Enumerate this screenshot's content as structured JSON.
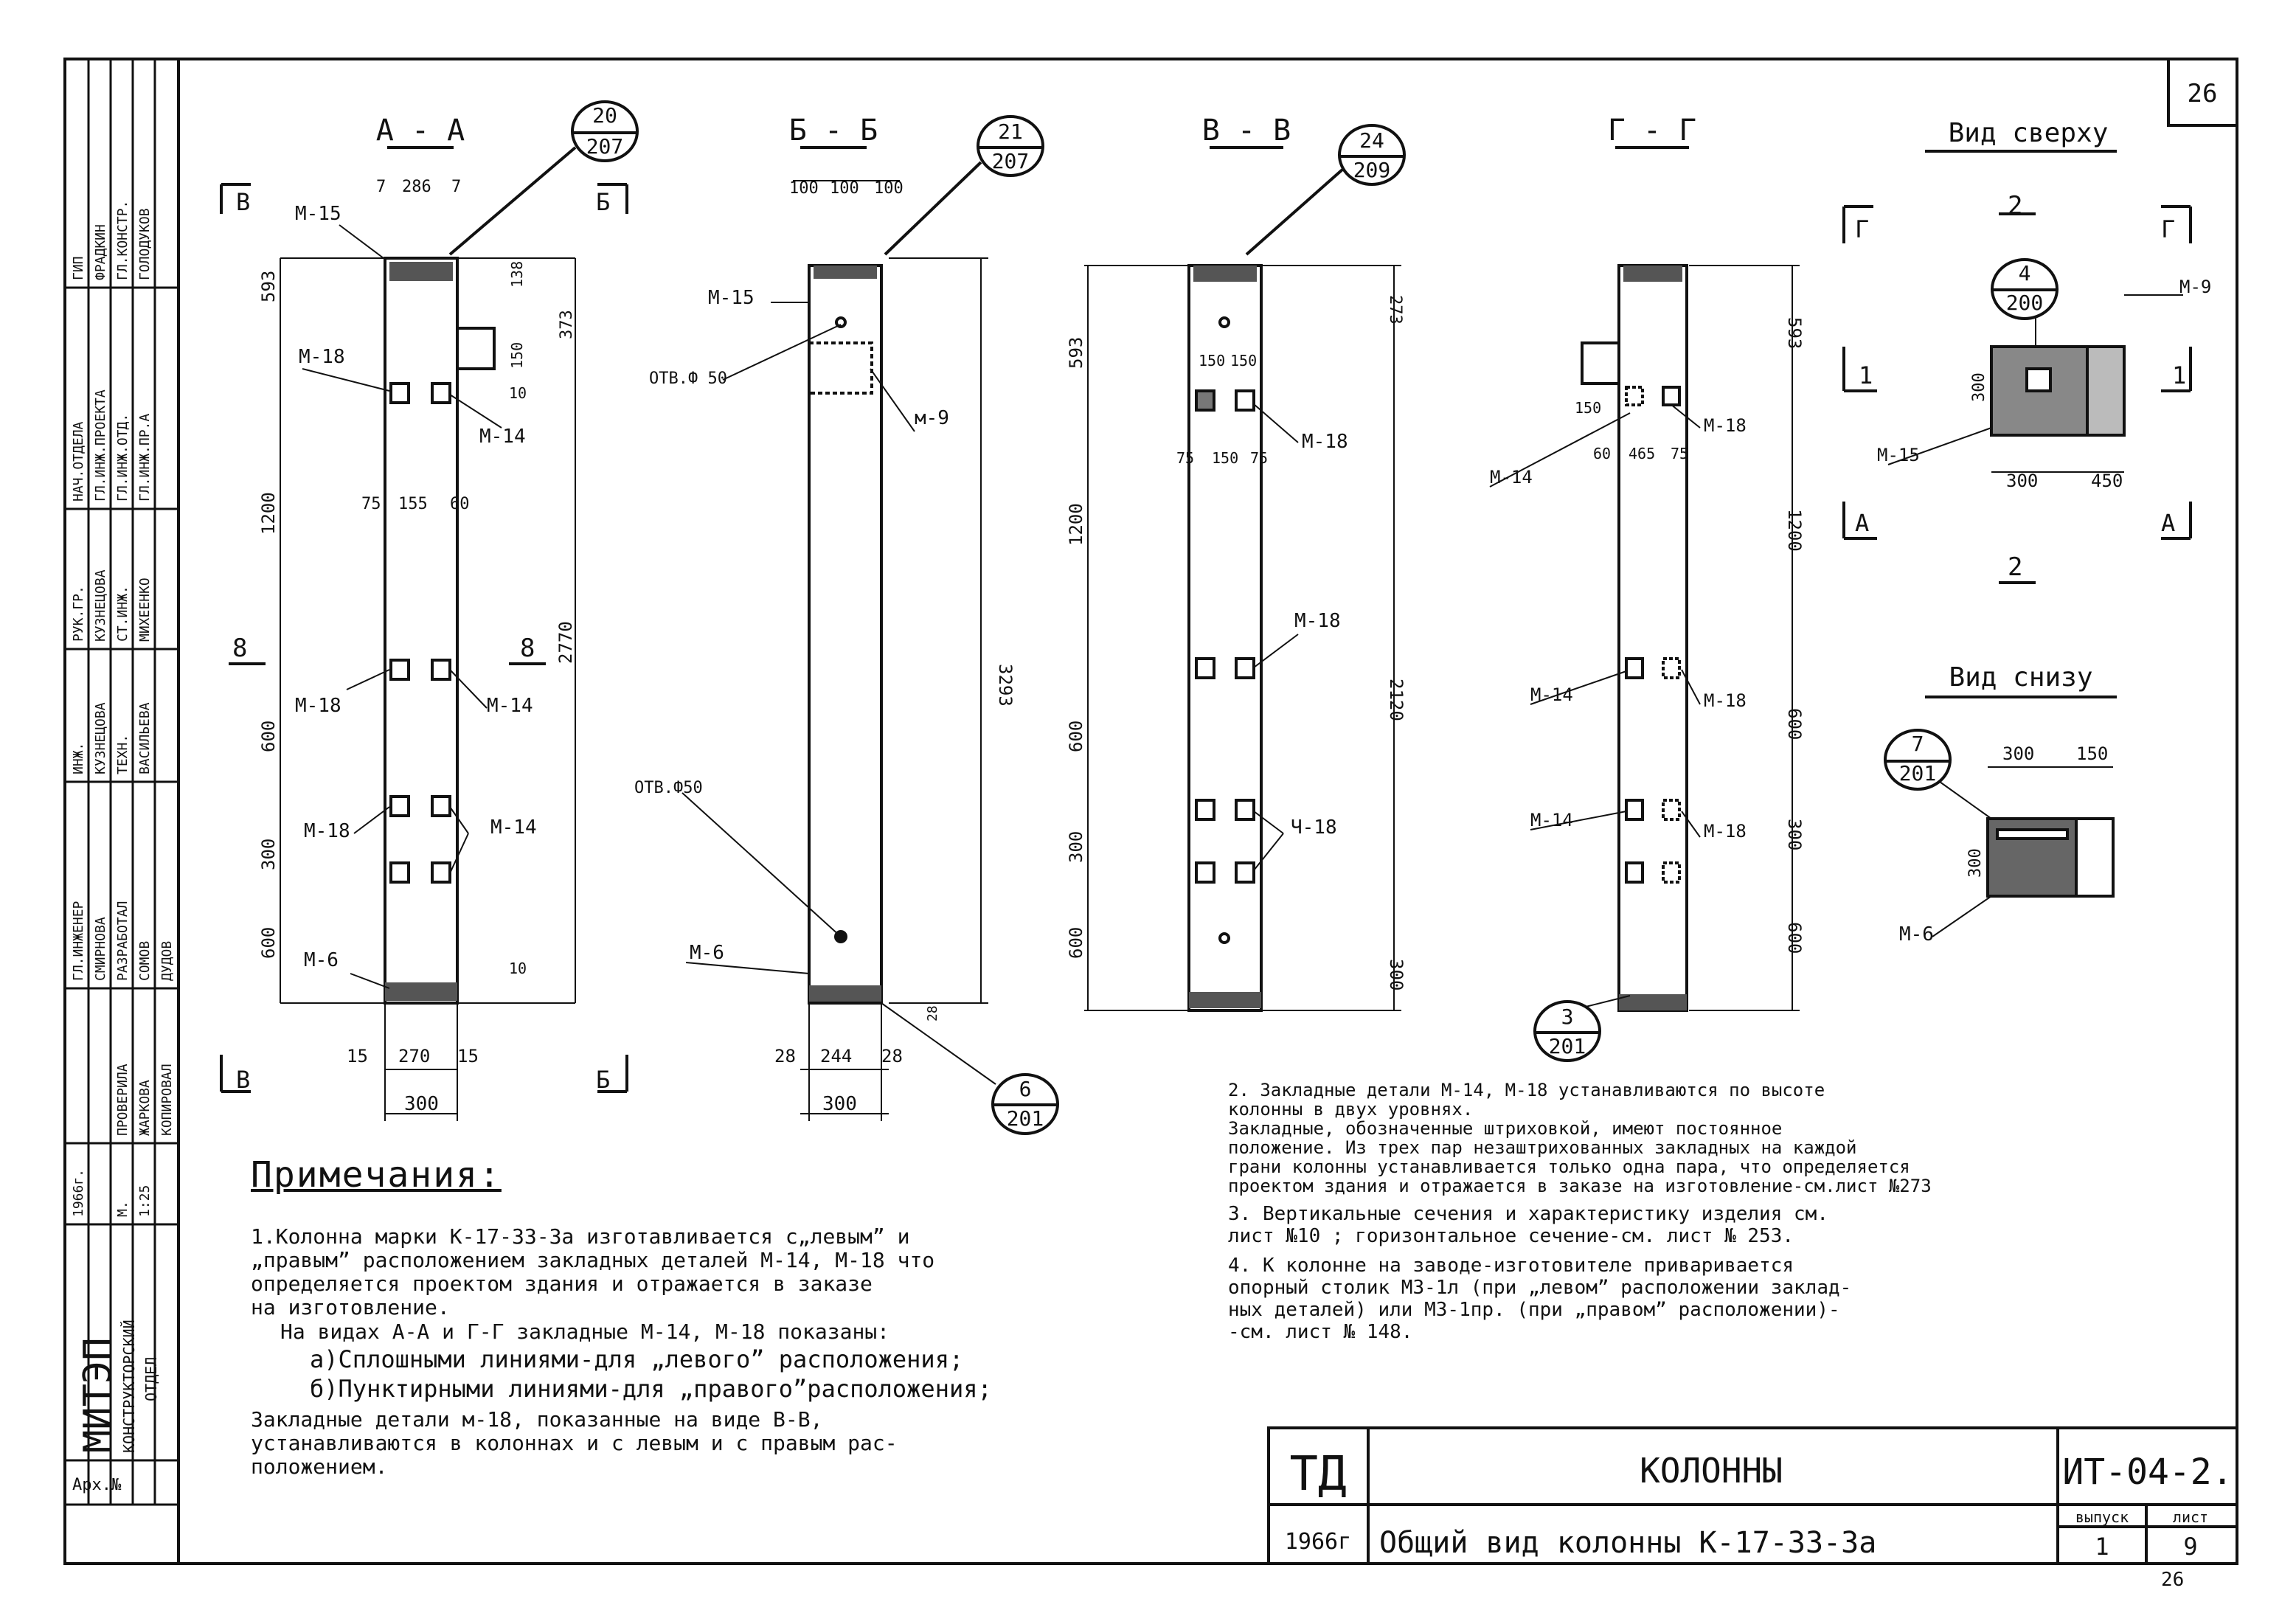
{
  "sheet_number": "26",
  "page_footer": "26",
  "org": {
    "name": "МИТЭП",
    "dept_line1": "КОНСТРУКТОРСКИЙ",
    "dept_line2": "ОТДЕЛ",
    "year": "1966г.",
    "mark": "М.",
    "scale": "1:25",
    "archive": "Арх.№"
  },
  "side_stamp": [
    {
      "role": "ГИП",
      "name": "ФРАДКИН"
    },
    {
      "role": "ГЛ.КОНСТР.",
      "name": "ГОЛОДУКОВ"
    },
    {
      "role": "НАЧ.ОТДЕЛА",
      "name": "ГЛ.ИНЖ.ПРОЕКТА"
    },
    {
      "role": "ГЛ.ИНЖ.ОТД.",
      "name": "ГЛ.ИНЖ.ПР.А"
    },
    {
      "role": "РУК.ГР.",
      "name": "КУЗНЕЦОВА"
    },
    {
      "role": "СТ.ИНЖ.",
      "name": "МИХЕЕНКО"
    },
    {
      "role": "ИНЖ.",
      "name": "КУЗНЕЦОВА"
    },
    {
      "role": "ТЕХН.",
      "name": "ВАСИЛЬЕВА"
    },
    {
      "role": "ГЛ.ИНЖЕНЕР",
      "name": "СМИРНОВА"
    },
    {
      "role": "РАЗРАБОТАЛ",
      "name": "СОМОВ"
    },
    {
      "role": "ПРОВЕРИЛА",
      "name": "ЖАРКОВА"
    },
    {
      "role": "КОПИРОВАЛ",
      "name": "ДУДОВ"
    }
  ],
  "views": {
    "aa": {
      "title": "А - А",
      "ref_top": "20",
      "ref_bottom": "207"
    },
    "bb": {
      "title": "Б - Б",
      "ref_top": "21",
      "ref_bottom": "207"
    },
    "vv": {
      "title": "В - В",
      "ref_top": "24",
      "ref_bottom": "209"
    },
    "gg": {
      "title": "Г - Г",
      "ref_top": "3",
      "ref_bottom": "201"
    },
    "top": {
      "title": "Вид сверху",
      "ref_top": "4",
      "ref_bottom": "200"
    },
    "bottom": {
      "title": "Вид снизу",
      "ref_top": "7",
      "ref_bottom": "201"
    },
    "bb_bottom_ref": {
      "ref_top": "6",
      "ref_bottom": "201"
    }
  },
  "labels": {
    "m15": "М-15",
    "m18": "М-18",
    "m14": "М-14",
    "m6": "М-6",
    "m9": "М-9",
    "m9_lower": "м-9",
    "m18_alt": "Ч-18",
    "hole_top": "ОТВ.Ф 50",
    "hole_bottom": "ОТВ.Ф50",
    "sec_b": "В",
    "sec_bb": "Б",
    "sec_8": "8",
    "sec_g": "Г",
    "sec_2": "2",
    "sec_1": "1",
    "sec_a": "А"
  },
  "dims": {
    "d7a": "7",
    "d286": "286",
    "d7b": "7",
    "d593": "593",
    "d373": "373",
    "d138": "138",
    "d150": "150",
    "d10": "10",
    "d1200": "1200",
    "d2770": "2770",
    "d600": "600",
    "d300": "300",
    "d75": "75",
    "d155": "155",
    "d60": "60",
    "d15a": "15",
    "d270": "270",
    "d15b": "15",
    "d300w": "300",
    "d100a": "100",
    "d100b": "100",
    "d100c": "100",
    "d3293": "3293",
    "d28a": "28",
    "d244": "244",
    "d28b": "28",
    "d273": "273",
    "d150a": "150",
    "d150b": "150",
    "d75v": "75",
    "d150v": "150",
    "d75w": "75",
    "d2120": "2120",
    "d150g": "150",
    "d60g": "60",
    "d465": "465",
    "d75g": "75",
    "d300t": "300",
    "d450": "450",
    "d150s": "150"
  },
  "notes": {
    "heading": "Примечания:",
    "left": [
      "1.Колонна марки К-17-33-3а  изготавливается с„левым” и\n„правым” расположением закладных деталей М-14, М-18 что\nопределяется проектом здания и отражается в заказе\nна изготовление.",
      "На видах  А-А  и Г-Г закладные М-14, М-18 показаны:",
      "а)Сплошными линиями-для „левого” расположения;",
      "б)Пунктирными линиями-для „правого”расположения;",
      "Закладные детали м-18, показанные на виде В-В,\nустанавливаются в колоннах и с левым и с правым рас-\nположением."
    ],
    "right": [
      "2. Закладные детали М-14, М-18 устанавливаются по высоте\n   колонны в двух уровнях.\n   Закладные, обозначенные штриховкой, имеют постоянное\n   положение. Из трех пар незаштрихованных закладных на каждой\n   грани колонны устанавливается только одна пара, что определяется\n   проектом здания и отражается в заказе на изготовление-см.лист №273",
      "3. Вертикальные сечения и характеристику изделия см.\n   лист №10 ; горизонтальное сечение-см. лист № 253.",
      "4. К колонне на заводе-изготовителе приваривается\n   опорный столик М3-1л (при „левом” расположении заклад-\n   ных деталей) или М3-1пр. (при „правом” расположении)-\n   -см. лист № 148."
    ]
  },
  "title_block": {
    "series": "ТД",
    "year": "1966г",
    "title": "КОЛОННЫ",
    "subtitle": "Общий вид колонны К-17-33-3а",
    "code": "ИТ-04-2.",
    "issue_label": "выпуск",
    "issue": "1",
    "sheet_label": "лист",
    "sheet": "9"
  }
}
